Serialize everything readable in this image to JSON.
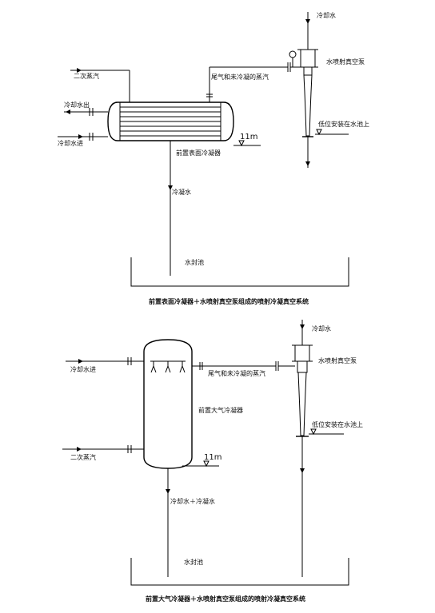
{
  "top": {
    "label_cooling_water_in": "冷却水",
    "label_secondary_steam": "二次蒸汽",
    "label_cooling_water_out": "冷却水出",
    "label_cooling_water_inlet": "冷却水进",
    "label_tail_gas": "尾气和未冷凝的蒸汽",
    "label_pump": "水喷射真空泵",
    "label_low_mount": "低位安装在水池上",
    "label_elevation": "11m",
    "label_condenser": "前置表面冷凝器",
    "label_condensate": "冷凝水",
    "label_tank": "水封池",
    "caption": "前置表面冷凝器＋水喷射真空泵组成的喷射冷凝真空系统"
  },
  "bottom": {
    "label_cooling_water_in": "冷却水",
    "label_cooling_water_inlet": "冷却水进",
    "label_tail_gas": "尾气和未冷凝的蒸汽",
    "label_pump": "水喷射真空泵",
    "label_condenser": "前置大气冷凝器",
    "label_low_mount": "低位安装在水池上",
    "label_secondary_steam": "二次蒸汽",
    "label_elevation": "11m",
    "label_outlet": "冷却水＋冷凝水",
    "label_tank": "水封池",
    "caption": "前置大气冷凝器＋水喷射真空泵组成的喷射冷凝真空系统"
  }
}
